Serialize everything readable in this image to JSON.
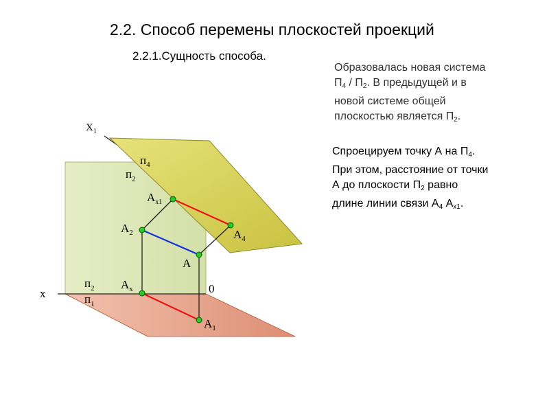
{
  "title": "2.2. Способ перемены плоскостей проекций",
  "subtitle": "2.2.1.Сущность способа.",
  "paragraph1": {
    "line1": "Образовалась новая система",
    "line2": {
      "a": "П",
      "sub4": "4",
      "b": " / П",
      "sub2": "2",
      "c": ".  В предыдущей и в"
    },
    "line3": "новой системе общей",
    "line4": {
      "a": "плоскостью является П",
      "sub2": "2",
      "b": "."
    }
  },
  "paragraph2": {
    "line1": {
      "a": "Спроецируем точку А на П",
      "sub4": "4",
      "b": "."
    },
    "line2": "При этом, расстояние от точки",
    "line3": {
      "a": "А до плоскости П",
      "sub2": "2",
      "b": " равно"
    },
    "line4": {
      "a": "длине линии связи А",
      "sub4": "4",
      "b": "  А",
      "subx1": "x1",
      "c": "."
    }
  },
  "diagram": {
    "labels": {
      "x1_axis": {
        "main": "X",
        "sub": "1"
      },
      "x_axis": {
        "main": "x"
      },
      "origin": {
        "main": "0"
      },
      "pi4": {
        "main": "п",
        "sub": "4"
      },
      "pi2_upper": {
        "main": "п",
        "sub": "2"
      },
      "pi2_lower": {
        "main": "п",
        "sub": "2"
      },
      "pi1": {
        "main": "п",
        "sub": "1"
      },
      "A": {
        "main": "A"
      },
      "A1": {
        "main": "A",
        "sub": "1"
      },
      "A2": {
        "main": "A",
        "sub": "2"
      },
      "A4": {
        "main": "A",
        "sub": "4"
      },
      "Ax": {
        "main": "A",
        "sub": "x"
      },
      "Ax1": {
        "main": "A",
        "sub": "x1"
      }
    },
    "colors": {
      "frontal_plane": "#dfe8bc",
      "horizontal_plane": "#e59e86",
      "new_plane": "#d8d25a",
      "point": "#22cc22",
      "red_line": "#ee1111",
      "blue_line": "#1133dd"
    }
  }
}
